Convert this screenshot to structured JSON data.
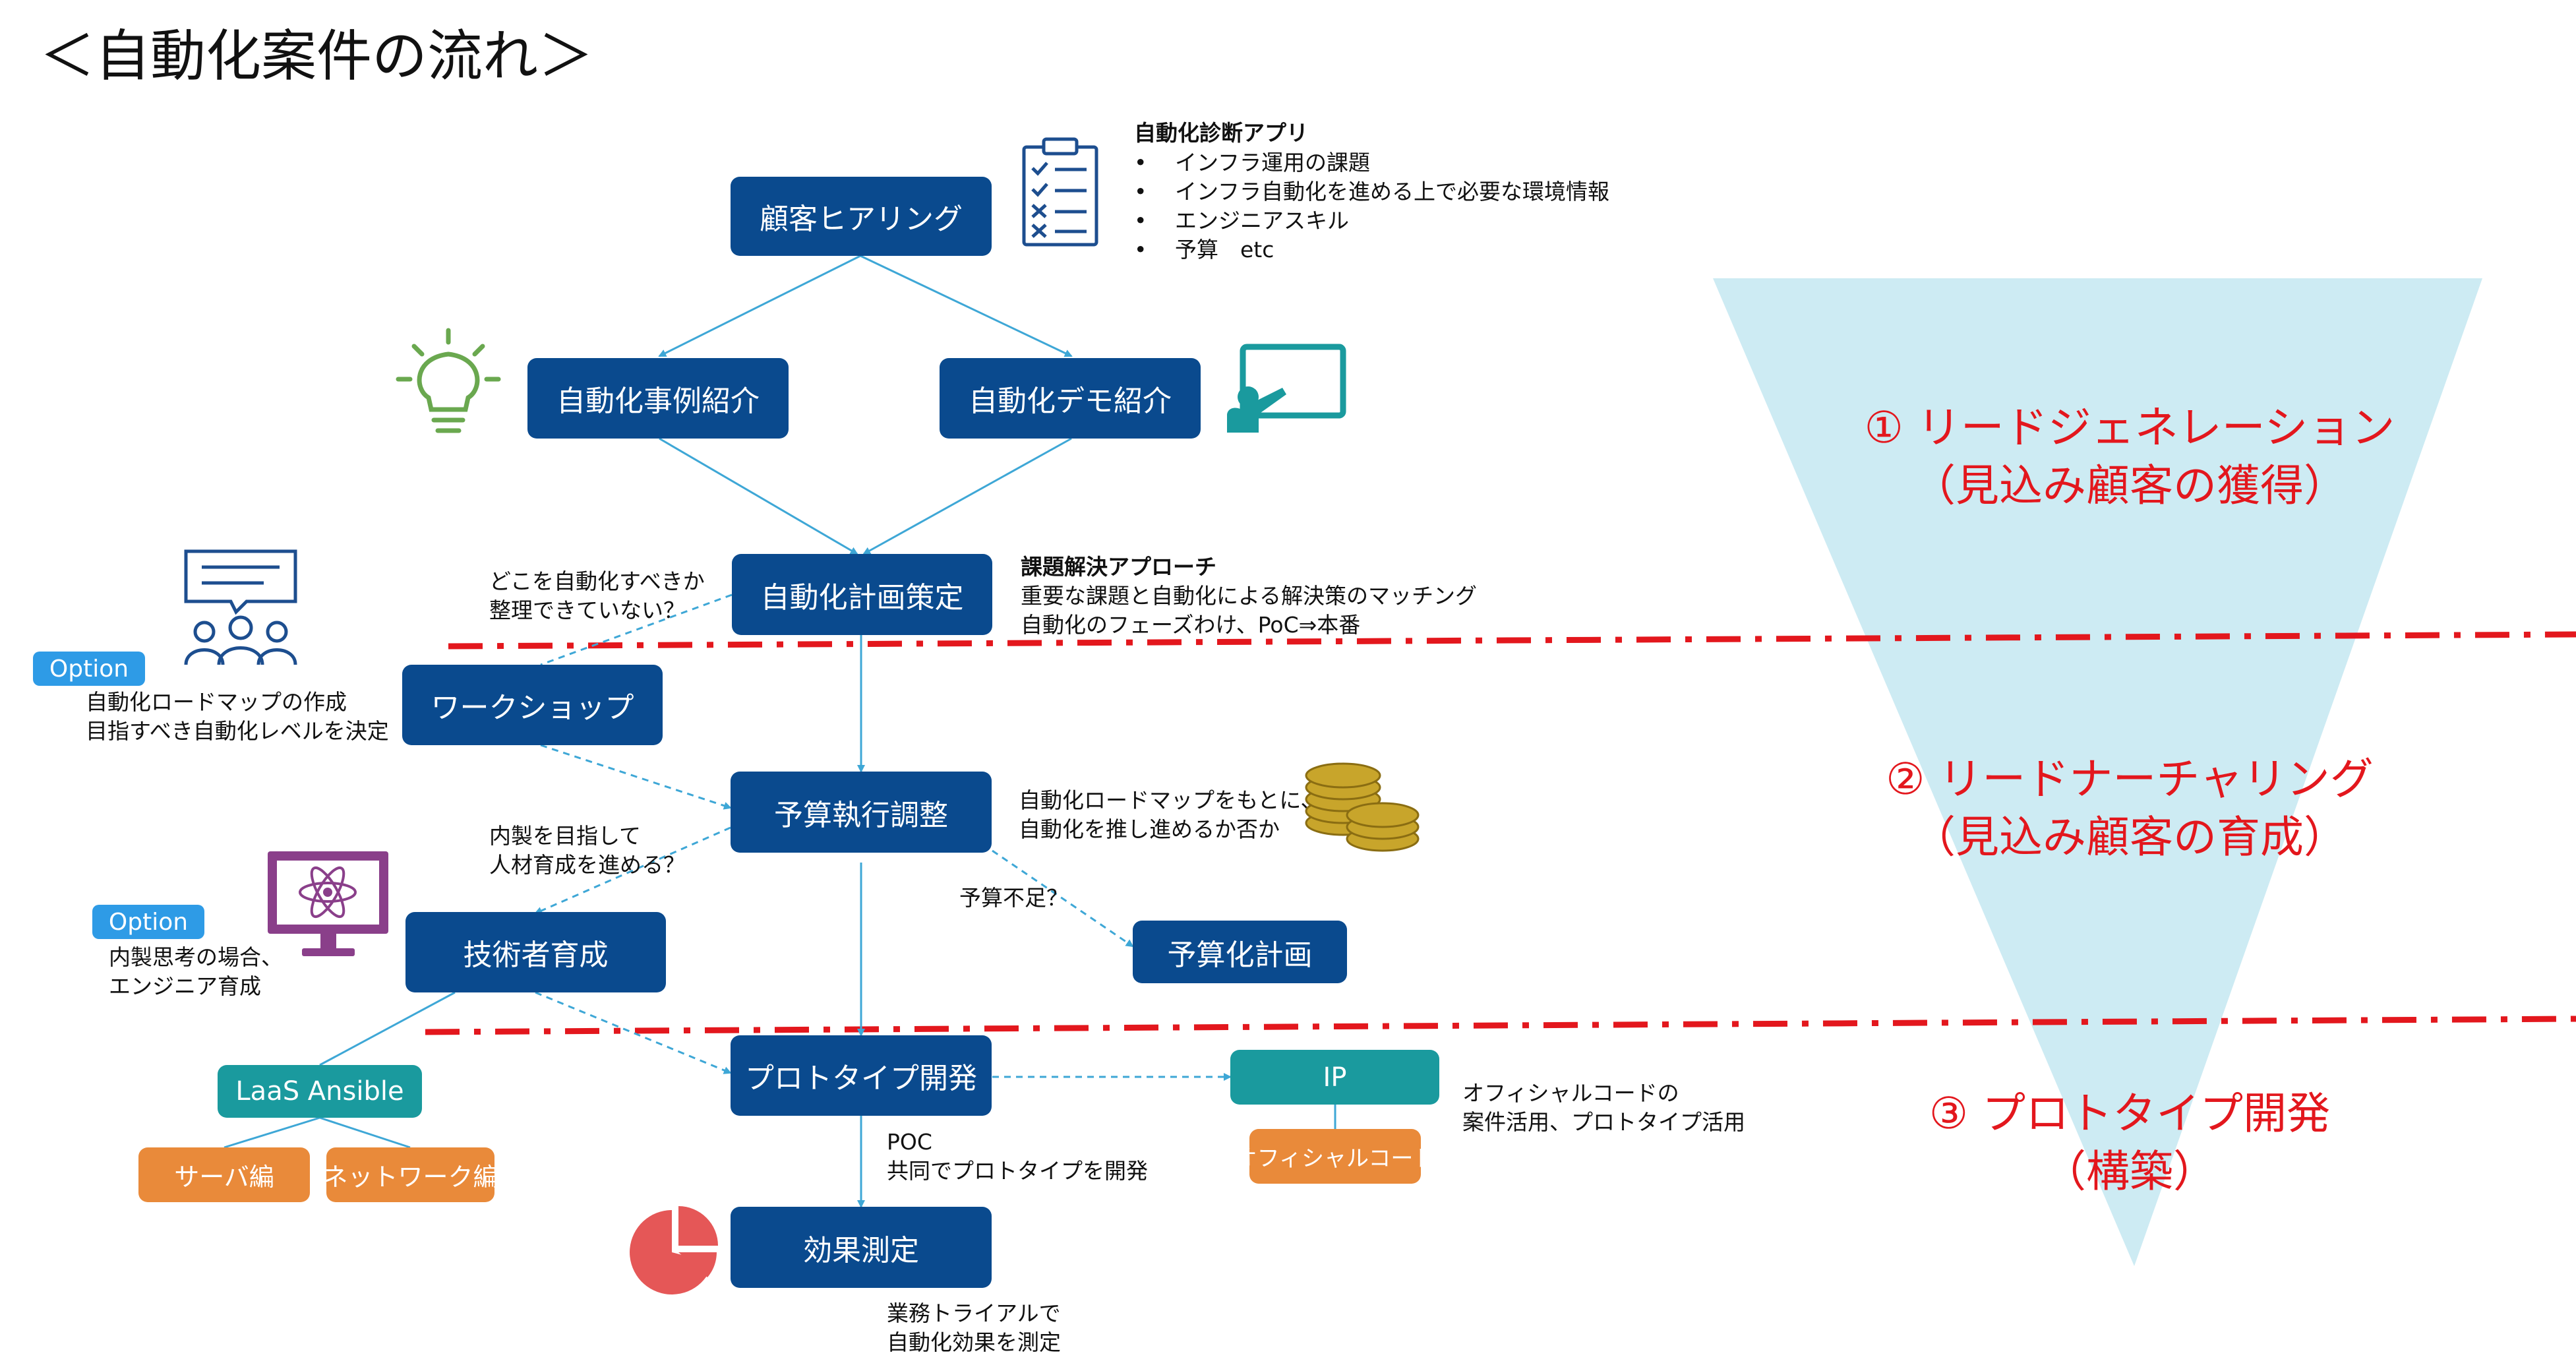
{
  "title": "＜自動化案件の流れ＞",
  "nodes": {
    "hearing": "顧客ヒアリング",
    "case_intro": "自動化事例紹介",
    "demo_intro": "自動化デモ紹介",
    "plan": "自動化計画策定",
    "workshop": "ワークショップ",
    "budget_adjust": "予算執行調整",
    "engineer_training": "技術者育成",
    "budget_plan": "予算化計画",
    "prototype": "プロトタイプ開発",
    "effect": "効果測定",
    "laas": "LaaS Ansible",
    "server": "サーバ編",
    "network": "ネットワーク編",
    "ip": "IP",
    "official_code": "オフィシャルコード"
  },
  "options": [
    "Option",
    "Option"
  ],
  "notes": {
    "app_title": "自動化診断アプリ",
    "app_items": [
      "インフラ運用の課題",
      "インフラ自動化を進める上で必要な環境情報",
      "エンジニアスキル",
      "予算　etc"
    ],
    "question_where": [
      "どこを自動化すべきか",
      "整理できていない？"
    ],
    "problem_title": "課題解決アプローチ",
    "problem_lines": [
      "重要な課題と自動化による解決策のマッチング",
      "自動化のフェーズわけ、PoC⇒本番"
    ],
    "roadmap_lines": [
      "自動化ロードマップの作成",
      "目指すべき自動化レベルを決定"
    ],
    "budget_lines": [
      "自動化ロードマップをもとに、",
      "自動化を推し進めるか否か"
    ],
    "inhouse_question": [
      "内製を目指して",
      "人材育成を進める？"
    ],
    "budget_short": "予算不足？",
    "inhouse_case": [
      "内製思考の場合、",
      "エンジニア育成"
    ],
    "official_lines": [
      "オフィシャルコードの",
      "案件活用、プロトタイプ活用"
    ],
    "poc_lines": [
      "POC",
      "共同でプロトタイプを開発"
    ],
    "trial_lines": [
      "業務トライアルで",
      "自動化効果を測定"
    ]
  },
  "stages": [
    [
      "① リードジェネレーション",
      "（見込み顧客の獲得）"
    ],
    [
      "② リードナーチャリング",
      "（見込み顧客の育成）"
    ],
    [
      "③ プロトタイプ開発",
      "（構築）"
    ]
  ],
  "icons": [
    "clipboard-checklist-icon",
    "lightbulb-icon",
    "presentation-board-icon",
    "meeting-people-icon",
    "coins-stack-icon",
    "monitor-atom-icon",
    "pie-chart-icon"
  ],
  "colors": {
    "node_blue": "#0a4a8e",
    "node_teal": "#1a9a9e",
    "node_orange": "#e98a3a",
    "option_blue": "#2e9be6",
    "stage_red": "#e3171d",
    "funnel": "#cdebf3",
    "connector": "#3ea7d6"
  }
}
